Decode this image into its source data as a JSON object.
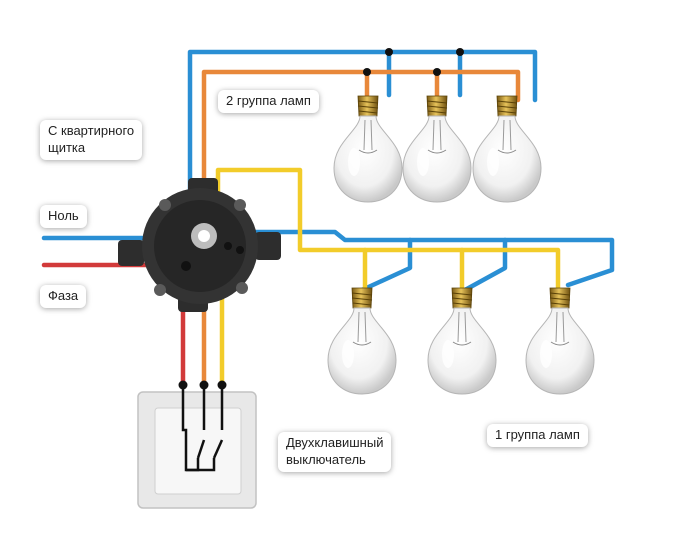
{
  "labels": {
    "from_panel": "С квартирного\nщитка",
    "neutral": "Ноль",
    "phase": "Фаза",
    "group2": "2 группа ламп",
    "group1": "1 группа ламп",
    "switch": "Двухклавишный\nвыключатель"
  },
  "colors": {
    "neutral_wire": "#2a8fd4",
    "phase_wire": "#d23a3a",
    "group2_wire": "#e8883a",
    "group1_wire": "#f2cc2a",
    "junction_box": "#2d2d2d",
    "switch_frame": "#e8e8e8"
  },
  "bulb_groups": [
    {
      "name": "group2",
      "count": 3
    },
    {
      "name": "group1",
      "count": 3
    }
  ]
}
